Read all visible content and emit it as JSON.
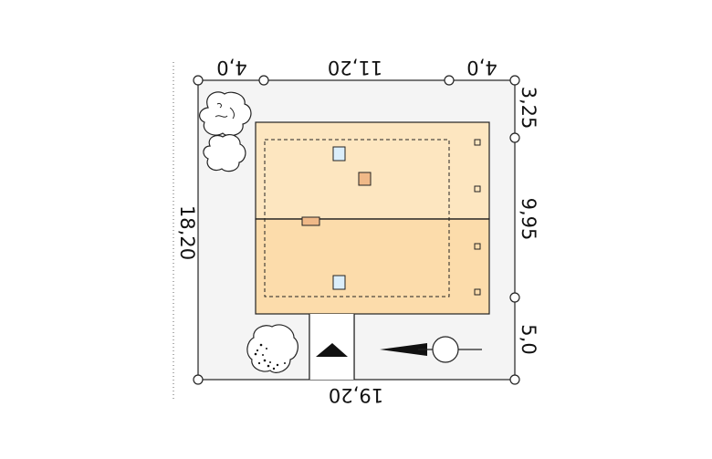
{
  "dimensions": {
    "top_left_setback": "4,0",
    "top_house_width": "11,20",
    "top_right_setback": "4,0",
    "left_plot_depth": "18,20",
    "right_front_setback": "3,25",
    "right_house_depth": "9,95",
    "right_rear_setback": "5,0",
    "bottom_plot_width": "19,20"
  },
  "colors": {
    "plot_fill": "#f4f4f4",
    "roof_upper": "#fde6c0",
    "roof_lower": "#fcdcab",
    "window_skylight": "#dbeefa",
    "chimney": "#f0b988",
    "outline": "#222222"
  },
  "icons": {
    "tree_top": "deciduous-tree-icon",
    "tree_middle": "bush-icon",
    "tree_bottom": "shrub-icon",
    "entrance": "entrance-triangle-icon",
    "north_arrow": "north-arrow-icon"
  }
}
